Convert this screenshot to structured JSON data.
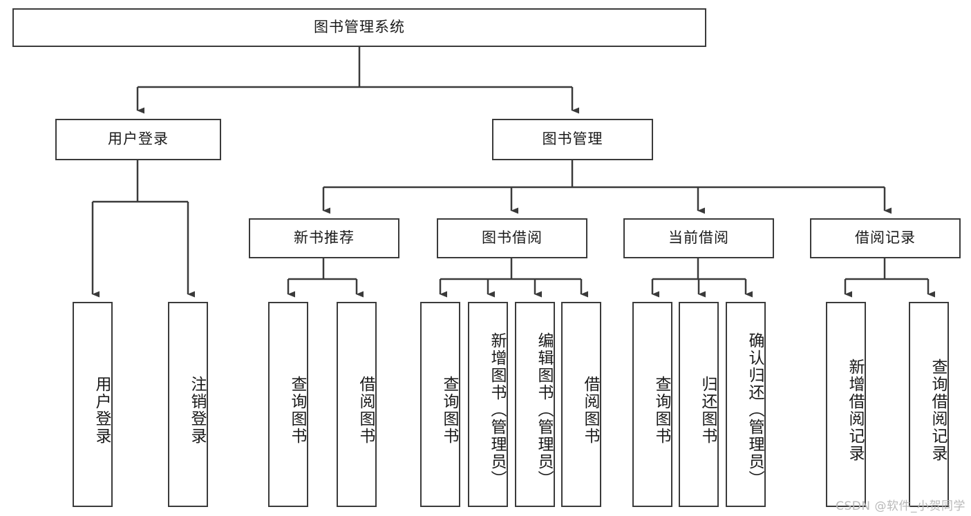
{
  "diagram": {
    "title_node": {
      "label": "图书管理系统"
    },
    "level2": [
      {
        "id": "user-login",
        "label": "用户登录"
      },
      {
        "id": "book-management",
        "label": "图书管理"
      }
    ],
    "level3": [
      {
        "id": "new-book-recommend",
        "label": "新书推荐"
      },
      {
        "id": "book-borrow",
        "label": "图书借阅"
      },
      {
        "id": "current-borrow",
        "label": "当前借阅"
      },
      {
        "id": "borrow-record",
        "label": "借阅记录"
      }
    ],
    "leaves": [
      {
        "id": "leaf-user-login",
        "label": "用户登录"
      },
      {
        "id": "leaf-logout",
        "label": "注销登录"
      },
      {
        "id": "leaf-query-book-1",
        "label": "查询图书"
      },
      {
        "id": "leaf-borrow-book-1",
        "label": "借阅图书"
      },
      {
        "id": "leaf-query-book-2",
        "label": "查询图书"
      },
      {
        "id": "leaf-add-book",
        "label": "新增图书（管理员）"
      },
      {
        "id": "leaf-edit-book",
        "label": "编辑图书（管理员）"
      },
      {
        "id": "leaf-borrow-book-2",
        "label": "借阅图书"
      },
      {
        "id": "leaf-query-book-3",
        "label": "查询图书"
      },
      {
        "id": "leaf-return-book",
        "label": "归还图书"
      },
      {
        "id": "leaf-confirm-return",
        "label": "确认归还（管理员）"
      },
      {
        "id": "leaf-add-record",
        "label": "新增借阅记录"
      },
      {
        "id": "leaf-query-record",
        "label": "查询借阅记录"
      }
    ],
    "watermark": "CSDN @软件_小贺同学",
    "colors": {
      "stroke": "#3a3a3a",
      "fill": "#ffffff",
      "text": "#1a1a1a",
      "watermark": "#b9b9b9"
    }
  }
}
